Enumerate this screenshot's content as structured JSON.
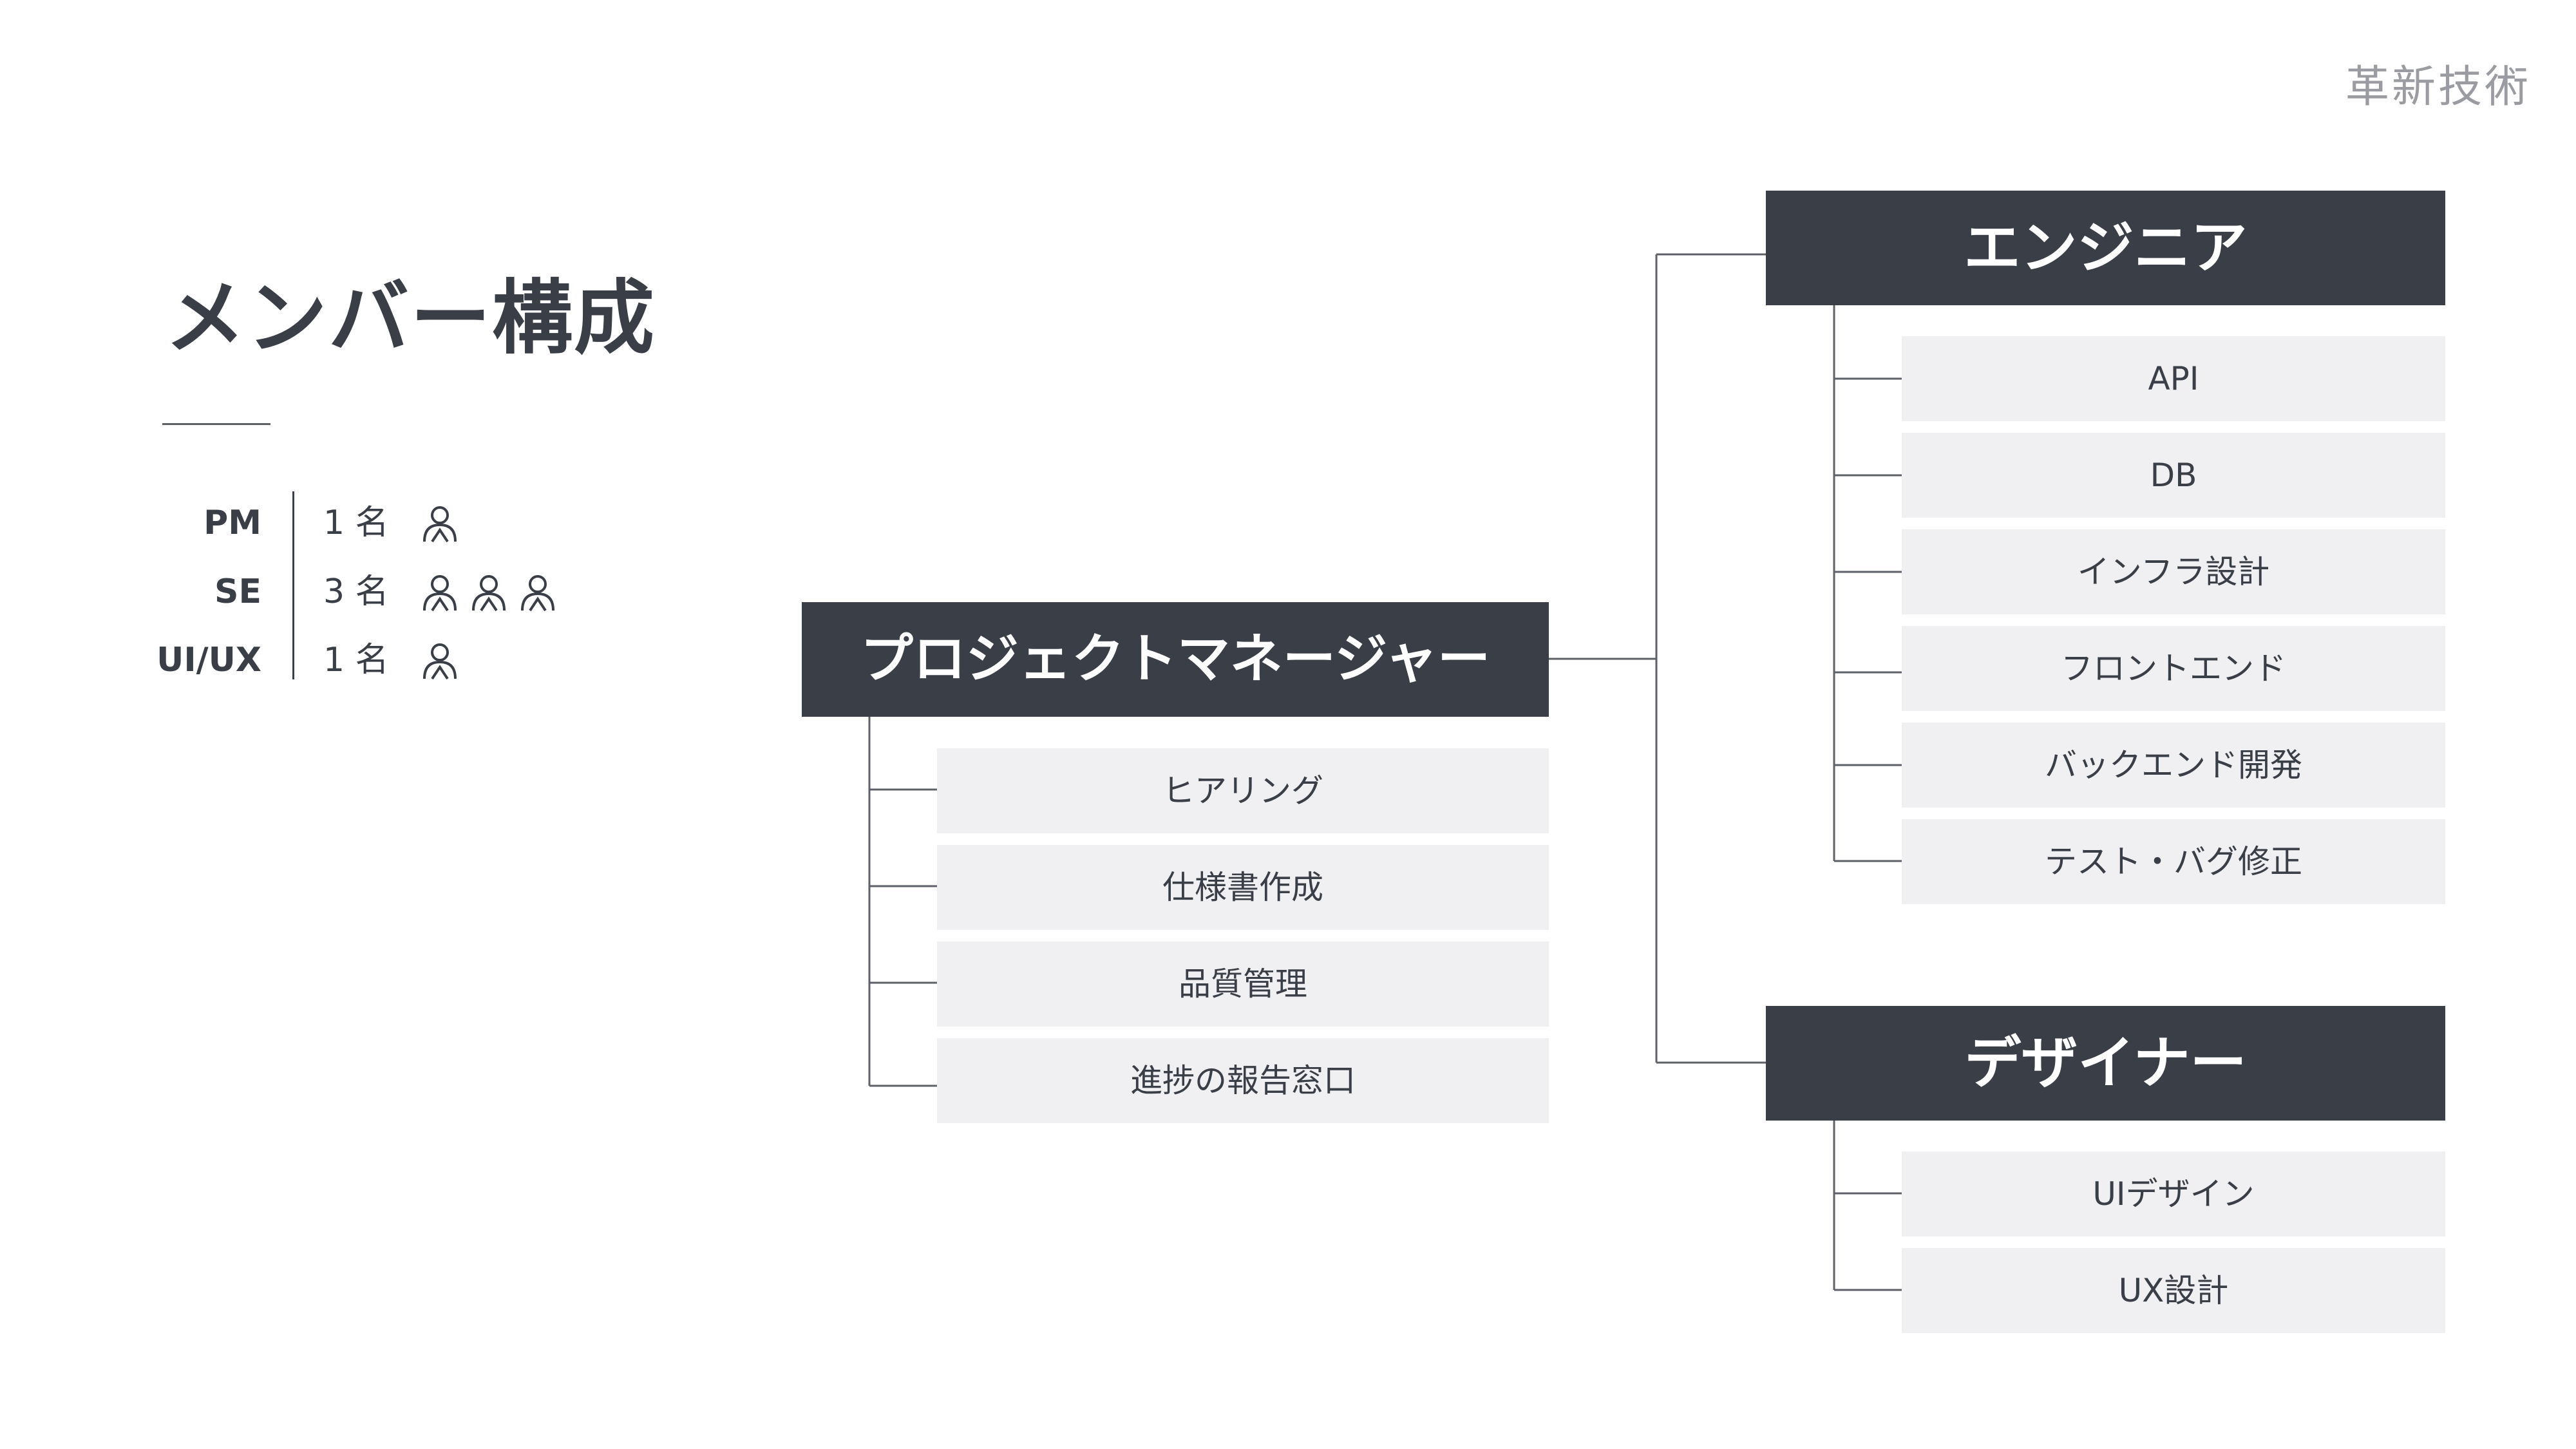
{
  "logo": "革新技術",
  "title": "メンバー構成",
  "members": [
    {
      "role": "PM",
      "count": "1 名",
      "people": 1
    },
    {
      "role": "SE",
      "count": "3 名",
      "people": 3
    },
    {
      "role": "UI/UX",
      "count": "1 名",
      "people": 1
    }
  ],
  "pm": {
    "label": "プロジェクトマネージャー",
    "tasks": [
      "ヒアリング",
      "仕様書作成",
      "品質管理",
      "進捗の報告窓口"
    ]
  },
  "engineer": {
    "label": "エンジニア",
    "tasks": [
      "API",
      "DB",
      "インフラ設計",
      "フロントエンド",
      "バックエンド開発",
      "テスト・バグ修正"
    ]
  },
  "designer": {
    "label": "デザイナー",
    "tasks": [
      "UIデザイン",
      "UX設計"
    ]
  }
}
